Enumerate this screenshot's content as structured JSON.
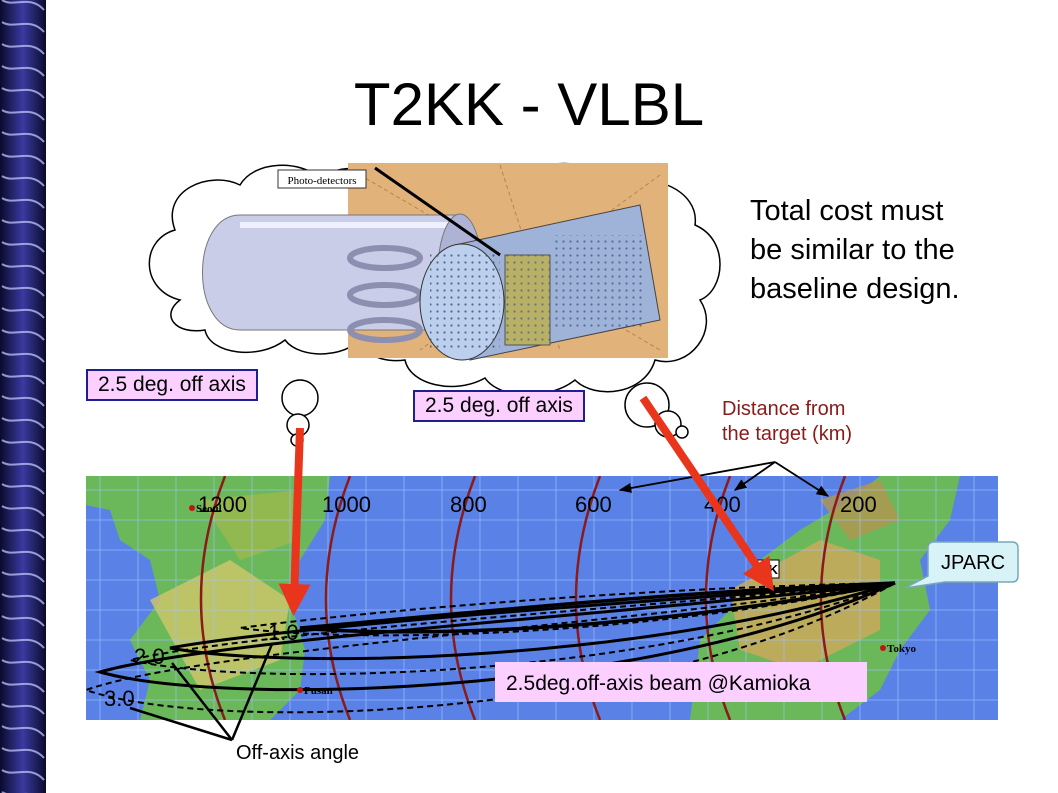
{
  "slide": {
    "title": "T2KK - VLBL",
    "cost_note": "Total cost must\nbe similar to the\nbaseline design."
  },
  "detector": {
    "photo_label": "Photo-detectors",
    "left_callout": "2.5 deg. off axis",
    "right_callout": "2.5 deg. off axis"
  },
  "map": {
    "distance_note": "Distance from\nthe target (km)",
    "distance_ticks": [
      "1200",
      "1000",
      "800",
      "600",
      "400",
      "200"
    ],
    "jparc_label": "JPARC",
    "sk_label": "SK",
    "city_seoul": "Seoul",
    "city_pusan": "Pusan",
    "city_tokyo": "Tokyo",
    "beam_label": "2.5deg.off-axis beam  @Kamioka",
    "angle_values": [
      "1.0",
      "2.0",
      "3.0"
    ],
    "angle_label": "Off-axis angle"
  },
  "colors": {
    "callout_bg": "#fbcfff",
    "callout_border": "#1f1f8f",
    "arrow_red": "#e8351c",
    "ring_maroon": "#8b1a1a",
    "sea_blue": "#5a82e6",
    "land_green": "#6bb85a",
    "strip_blue": "#26266a"
  }
}
